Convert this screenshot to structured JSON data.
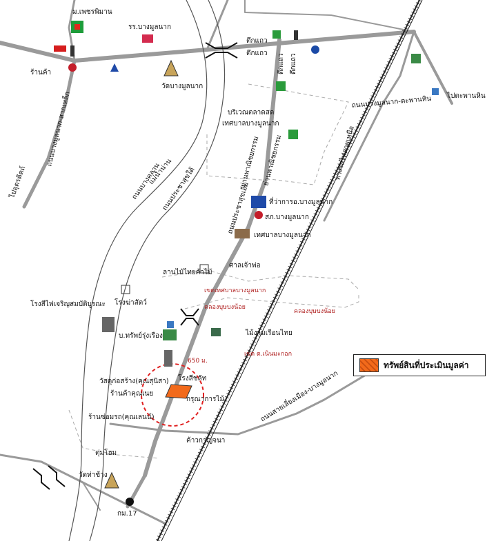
{
  "labels": {
    "sign_top": "ม.เพชรพิมาน",
    "school": "รร.บางมูลนาก",
    "temple_top": "วัดบางมูลนาก",
    "shop_left": "ร้านค้า",
    "bldg1": "ตึกแถว",
    "bldg2": "ตึกแถว",
    "bldg3": "ตึกแถว",
    "bldg4": "ตึกแถว",
    "market_1": "บริเวณตลาดสด",
    "market_2": "เทศบาลบางมูลนาก",
    "road_left_top": "ถนนบางมูลนาก-สากเหล็ก",
    "road_left_edge": "ไปอุตรดิตถ์",
    "road_riverside": "ถนนบางคลาน",
    "river": "แม่น้ำน่าน",
    "road_prachasuk": "ถนนประชาสุขใต้",
    "road_prachasuk2": "ถนนประชาสุขเอ็ม",
    "area_1": "ย่านพาณิชยกรรม",
    "area_2": "ย่านพาณิชยกรรม",
    "amphoe_office": "ที่ว่าการอ.บางมูลนาก",
    "police": "สภ.บางมูลนาก",
    "municipality": "เทศบาลบางมูลนาก",
    "right_road_top": "ถนนบางมูลนาก-ตะพานหิน",
    "right_road_dir": "ไปตะพานหิน",
    "railway": "ทางรถไฟสายเหนือ",
    "saw_mill": "ลานไม้ไทยค้าไม้",
    "temple_small": "ศาลเจ้าพ่อ",
    "rice_mill_left": "โรงสีไฟเจริญสมบัติบูรณะ",
    "ice_factory": "โรงฆ่าสัตว์",
    "municipal_boundary": "เขตเทศบาลบางมูลนาก",
    "canal_1": "คลองบุษบงน้อย",
    "canal_2": "คลองบุษบงน้อย",
    "company": "บ.ทรัพย์รุ่งเรือง",
    "timber_yard": "ไม้งามเรือนไทย",
    "tambon_boundary": "เขต ต.เนินมะกอก",
    "distance": "650 ม.",
    "rice_mill_right": "โรงสีชลัท",
    "cement_shop": "วัสดุก่อสร้าง(คุณสุนิสา)",
    "shop_khun": "ร้านค้าคุณเนย",
    "karunakorn": "กรุณาการไม้",
    "repair_shop": "ร้านซ่อมรถ(คุณเลนน์)",
    "shop_bottom": "ค้าวกาญจนา",
    "temple_bottom_road": "ตุ่มโฮม",
    "temple_bottom": "วัดท่าช้าง",
    "km_marker": "กม.17",
    "road_bottom_right": "ถนนสายเลี่ยงเมือง-บางมูลนาก"
  },
  "legend": {
    "label": "ทรัพย์สินที่ประเมินมูลค่า",
    "color": "#f26a1b"
  },
  "colors": {
    "road": "#999999",
    "river_edge": "#555555",
    "railway": "#222222",
    "red_text": "#b02020",
    "subject_circle": "#e02020"
  }
}
